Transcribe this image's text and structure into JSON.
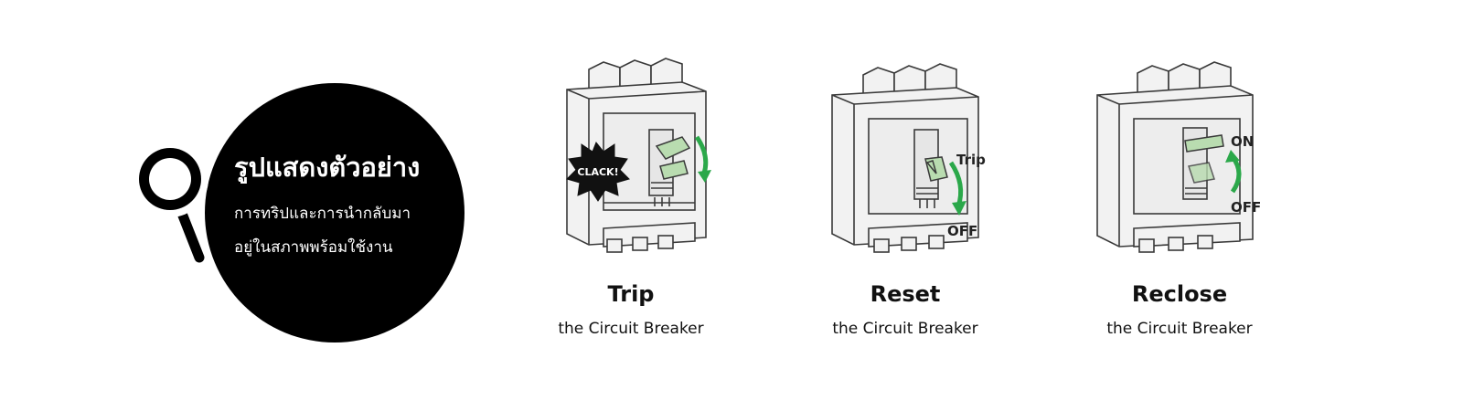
{
  "badge": {
    "title": "รูปแสดงตัวอย่าง",
    "subtitle_line1": "การทริปและการนำกลับมา",
    "subtitle_line2": "อยู่ในสภาพพร้อมใช้งาน",
    "icon": "magnifier-icon",
    "fill_color": "#000000",
    "text_color": "#ffffff"
  },
  "steps": [
    {
      "title": "Trip",
      "subtitle": "the Circuit Breaker",
      "burst_label": "CLACK!",
      "arrow_direction": "down"
    },
    {
      "title": "Reset",
      "subtitle": "the Circuit Breaker",
      "label_top": "Trip",
      "label_bottom": "OFF",
      "arrow_direction": "down"
    },
    {
      "title": "Reclose",
      "subtitle": "the Circuit Breaker",
      "label_top": "ON",
      "label_bottom": "OFF",
      "arrow_direction": "up"
    }
  ],
  "colors": {
    "handle": "#b9dcb0",
    "arrow": "#2ba84a",
    "outline": "#3a3a3a",
    "body_fill": "#f2f2f2"
  }
}
